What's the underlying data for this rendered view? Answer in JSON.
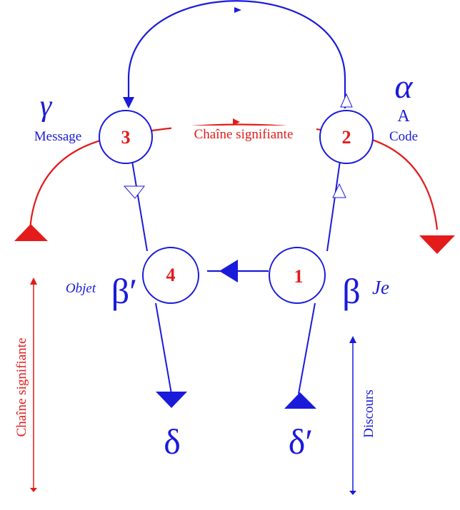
{
  "nodes": {
    "n1": {
      "number": "1"
    },
    "n2": {
      "number": "2"
    },
    "n3": {
      "number": "3"
    },
    "n4": {
      "number": "4"
    }
  },
  "labels": {
    "gamma": "γ",
    "message": "Message",
    "alpha": "α",
    "a": "A",
    "code": "Code",
    "chaine_top": "Chaîne signifiante",
    "objet": "Objet",
    "beta_prime": "β′",
    "beta": "β",
    "je": "Je",
    "delta": "δ",
    "delta_prime": "δ′",
    "chaine_left": "Chaîne signifiante",
    "discours": "Discours"
  },
  "colors": {
    "blue": "#1a1adb",
    "red": "#e31b1b"
  }
}
